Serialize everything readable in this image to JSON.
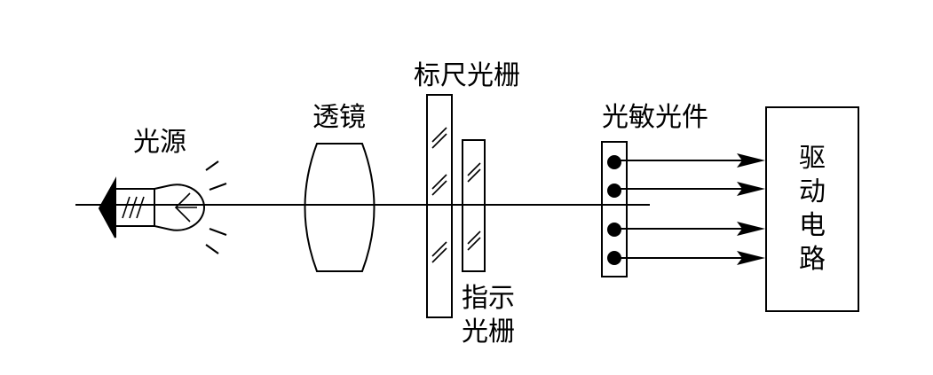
{
  "labels": {
    "light_source": "光源",
    "lens": "透镜",
    "scale_grating": "标尺光栅",
    "indicator_grating": [
      "指示",
      "光栅"
    ],
    "photosensitive_element": "光敏光件",
    "drive_circuit": [
      "驱",
      "动",
      "电",
      "路"
    ]
  },
  "colors": {
    "line": "#000000",
    "background": "#ffffff"
  },
  "icons": {
    "light_source": "light-bulb-icon",
    "lens": "convex-lens-icon",
    "photosensor": "filled-dot-icon",
    "arrow": "arrowhead-icon"
  }
}
